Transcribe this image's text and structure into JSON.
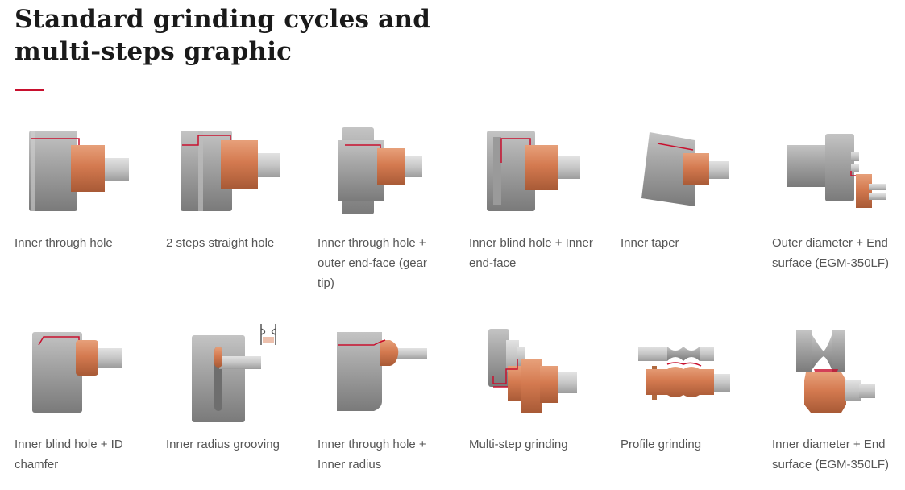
{
  "page": {
    "title_line1": "Standard grinding cycles and",
    "title_line2": "multi-steps graphic"
  },
  "colors": {
    "accent": "#c8102e",
    "steel": "#a6a6a6",
    "copper": "#d9825b",
    "text": "#555555"
  },
  "cycles": [
    {
      "label": "Inner through hole",
      "icon": "inner-through-hole-icon"
    },
    {
      "label": "2 steps straight hole",
      "icon": "two-steps-straight-hole-icon"
    },
    {
      "label": "Inner through hole + outer end-face (gear tip)",
      "icon": "inner-through-hole-outer-end-face-icon"
    },
    {
      "label": "Inner blind hole + Inner end-face",
      "icon": "inner-blind-hole-end-face-icon"
    },
    {
      "label": "Inner taper",
      "icon": "inner-taper-icon"
    },
    {
      "label": "Outer diameter + End surface (EGM-350LF)",
      "icon": "outer-diameter-end-surface-icon"
    },
    {
      "label": "Inner blind hole + ID chamfer",
      "icon": "inner-blind-hole-id-chamfer-icon"
    },
    {
      "label": "Inner radius grooving",
      "icon": "inner-radius-grooving-icon"
    },
    {
      "label": "Inner through hole + Inner radius",
      "icon": "inner-through-hole-inner-radius-icon"
    },
    {
      "label": "Multi-step grinding",
      "icon": "multi-step-grinding-icon"
    },
    {
      "label": "Profile grinding",
      "icon": "profile-grinding-icon"
    },
    {
      "label": "Inner diameter + End surface (EGM-350LF)",
      "icon": "inner-diameter-end-surface-icon"
    }
  ]
}
